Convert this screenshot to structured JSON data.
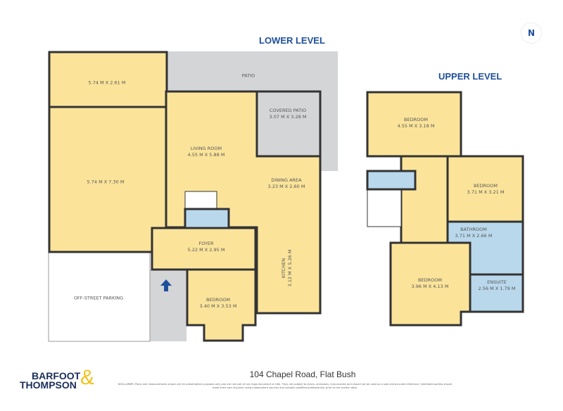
{
  "compass": {
    "label": "N"
  },
  "levels": {
    "lower": "LOWER LEVEL",
    "upper": "UPPER LEVEL"
  },
  "lower_rooms": [
    {
      "name": "",
      "dims": "5.74 M X 2.61 M"
    },
    {
      "name": "",
      "dims": "5.74 M X 7.30 M"
    },
    {
      "name": "PATIO",
      "dims": ""
    },
    {
      "name": "COVERED PATIO",
      "dims": "3.07 M X 3.28 M"
    },
    {
      "name": "LIVING ROOM",
      "dims": "4.55 M X 5.88 M"
    },
    {
      "name": "DINING AREA",
      "dims": "3.23 M X 2.60 M"
    },
    {
      "name": "FOYER",
      "dims": "5.22 M X 2.95 M"
    },
    {
      "name": "KITCHEN",
      "dims": "3.12 M X 5.26 M"
    },
    {
      "name": "BEDROOM",
      "dims": "3.40 M X 3.53 M"
    },
    {
      "name": "OFF-STREET PARKING",
      "dims": ""
    }
  ],
  "upper_rooms": [
    {
      "name": "BEDROOM",
      "dims": "4.55 M X 3.18 M"
    },
    {
      "name": "BEDROOM",
      "dims": "3.71 M X 3.21 M"
    },
    {
      "name": "BATHROOM",
      "dims": "3.71 M X 2.66 M"
    },
    {
      "name": "BEDROOM",
      "dims": "3.96 M X 4.13 M"
    },
    {
      "name": "ENSUITE",
      "dims": "2.56 M X 1.79 M"
    }
  ],
  "colors": {
    "room": "#fbe49a",
    "wet": "#b9d8ec",
    "outdoor": "#d4d5d7",
    "wall": "#333333",
    "accent": "#1f4f9c",
    "logo_amp": "#f2c21b"
  },
  "address": "104 Chapel Road, Flat Bush",
  "disclaimer": "DISCLAIMER: Plans and measurements shown are for presentation purposes only and are not part of any legal document or title. They are subject to errors, omissions, inaccuracies and should not be used as a sole and accurate reference. Interested parties should make their own inquiries using independent sources and suitably qualified professionals, prior to the auction date.",
  "logo": {
    "line1": "BARFOOT",
    "line2": "THOMPSON",
    "amp": "&"
  }
}
